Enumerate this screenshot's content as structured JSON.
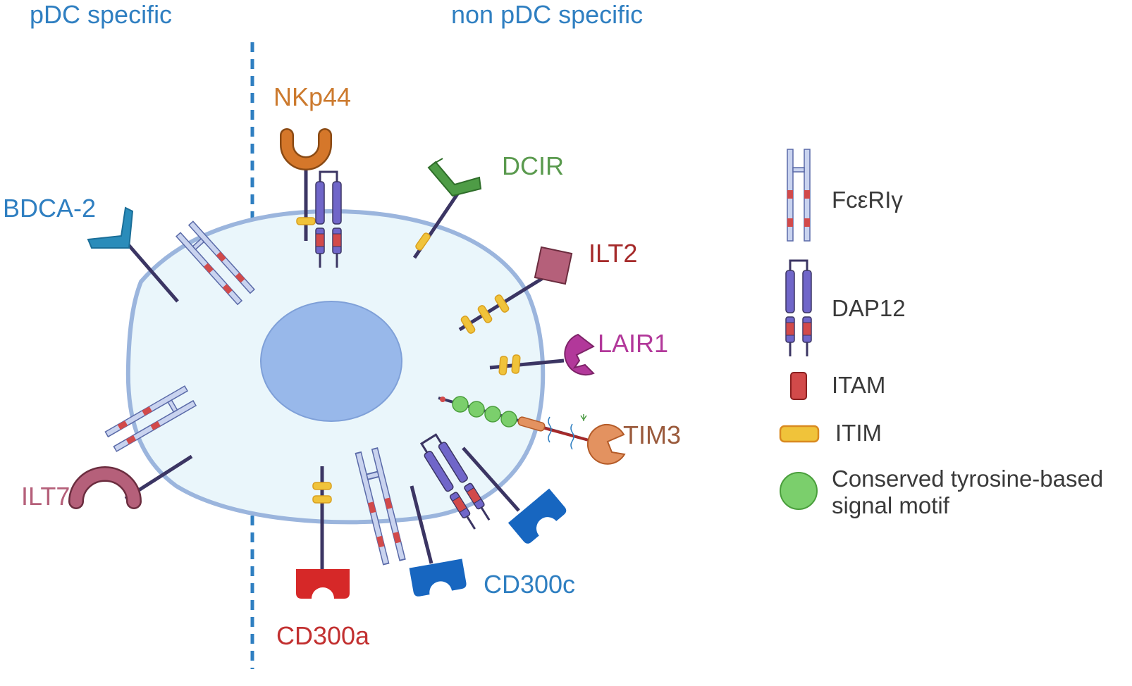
{
  "headers": {
    "left": "pDC specific",
    "right": "non pDC specific"
  },
  "receptors": {
    "bdca2": "BDCA-2",
    "ilt7": "ILT7",
    "nkp44": "NKp44",
    "dcir": "DCIR",
    "ilt2": "ILT2",
    "lair1": "LAIR1",
    "tim3": "TIM3",
    "cd300a": "CD300a",
    "cd300c": "CD300c"
  },
  "legend": {
    "fcer": "FcεRIγ",
    "dap12": "DAP12",
    "itam": "ITAM",
    "itim": "ITIM",
    "motif_line1": "Conserved tyrosine-based",
    "motif_line2": "signal motif"
  },
  "colors": {
    "header_blue": "#2f7fc1",
    "divider": "#2f7fc1",
    "cell_fill": "#eaf6fb",
    "cell_stroke": "#9bb5dd",
    "nucleus": "#98b8ea",
    "membrane_stem": "#3b3563",
    "bdca2": "#2a8cba",
    "ilt7": "#b5607a",
    "nkp44": "#d5772a",
    "dcir": "#4e9c46",
    "ilt2": "#b5607a",
    "lair1": "#b2389a",
    "tim3": "#e39260",
    "cd300a": "#d62828",
    "cd300c": "#1766c0",
    "fcer_chain": "#c9d3ef",
    "dap12_chain": "#7066c9",
    "itam": "#d24a4a",
    "itim": "#f0c33a",
    "motif": "#7bcf6c",
    "label_bdca2": "#2f7fc1",
    "label_ilt7": "#b5607a",
    "label_nkp44": "#cc7a2e",
    "label_dcir": "#5a9a4e",
    "label_ilt2": "#a52a2a",
    "label_lair1": "#b2389a",
    "label_tim3": "#9a5a3c",
    "label_cd300a": "#c23030",
    "label_cd300c": "#2f7fc1"
  },
  "icons": {
    "fcer": "fcer-gamma-chain-icon",
    "dap12": "dap12-chain-icon",
    "itam": "itam-box-icon",
    "itim": "itim-box-icon",
    "motif": "signal-motif-circle-icon"
  }
}
